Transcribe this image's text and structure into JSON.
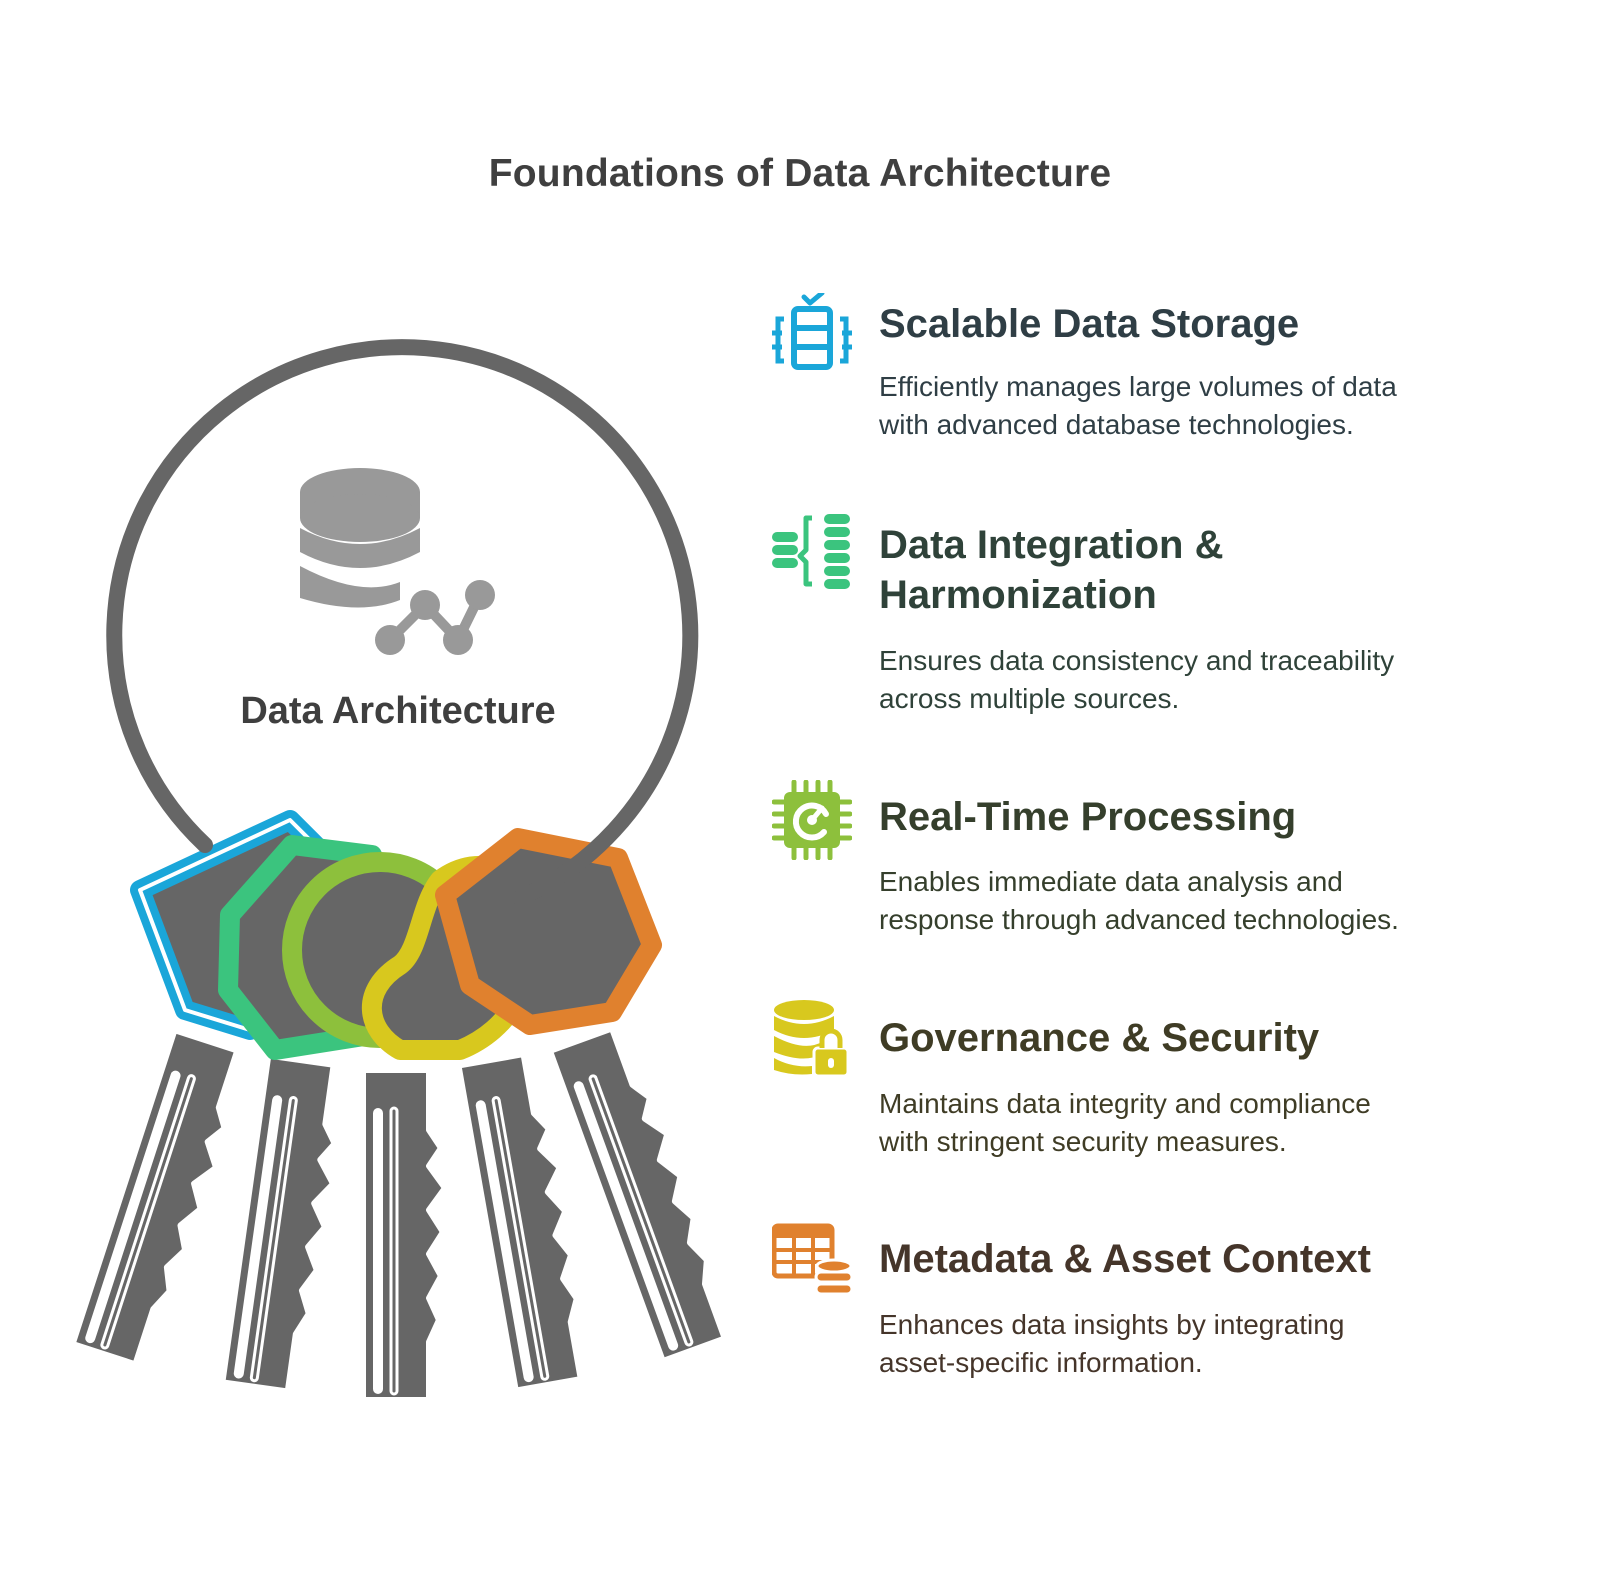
{
  "title": "Foundations of Data Architecture",
  "center": {
    "label": "Data Architecture",
    "icon": "database-chart-icon"
  },
  "colors": {
    "ring": "#666666",
    "key_body": "#666666",
    "blue": "#1aa6d9",
    "green": "#3bc47e",
    "lime": "#8dc03c",
    "yellow": "#d8c81e",
    "orange": "#e0812e"
  },
  "items": [
    {
      "heading": "Scalable Data Storage",
      "description_line1": "Efficiently manages large volumes of data",
      "description_line2": "with advanced database technologies.",
      "icon": "server-rack-icon",
      "color": "#1aa6d9",
      "heading_color": "#2f3e45",
      "desc_color": "#2f3e45"
    },
    {
      "heading_line1": "Data Integration &",
      "heading_line2": "Harmonization",
      "description_line1": "Ensures data consistency and traceability",
      "description_line2": "across multiple sources.",
      "icon": "database-merge-icon",
      "color": "#3bc47e",
      "heading_color": "#2f4239",
      "desc_color": "#2f4239"
    },
    {
      "heading": "Real-Time Processing",
      "description_line1": "Enables immediate data analysis and",
      "description_line2": "response through advanced technologies.",
      "icon": "processor-chip-icon",
      "color": "#8dc03c",
      "heading_color": "#353f2c",
      "desc_color": "#353f2c"
    },
    {
      "heading": "Governance & Security",
      "description_line1": "Maintains data integrity and compliance",
      "description_line2": "with stringent security measures.",
      "icon": "database-lock-icon",
      "color": "#d8c81e",
      "heading_color": "#3f3c25",
      "desc_color": "#3f3c25"
    },
    {
      "heading": "Metadata & Asset Context",
      "description_line1": "Enhances data insights by integrating",
      "description_line2": "asset-specific information.",
      "icon": "table-database-icon",
      "color": "#e0812e",
      "heading_color": "#45352a",
      "desc_color": "#45352a"
    }
  ]
}
